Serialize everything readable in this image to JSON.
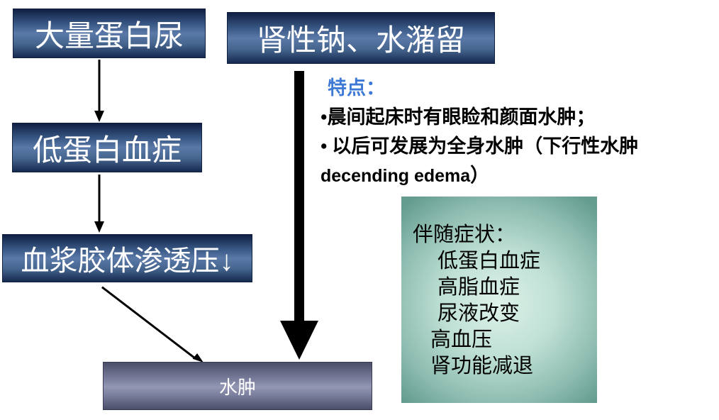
{
  "boxes": {
    "proteinuria": {
      "label": "大量蛋白尿"
    },
    "renal_sodium_water_retention": {
      "label": "肾性钠、水潴留"
    },
    "hypoproteinemia": {
      "label": "低蛋白血症"
    },
    "plasma_colloid_osmotic_pressure": {
      "label": "血浆胶体渗透压↓"
    },
    "edema": {
      "label": "水肿"
    }
  },
  "features": {
    "heading": "特点：",
    "lines": [
      "•晨间起床时有眼睑和颜面水肿；",
      "• 以后可发展为全身水肿（下行性水肿"
    ],
    "english": "decending edema",
    "closing": "）"
  },
  "accompanying": {
    "heading": "伴随症状：",
    "items": [
      "低蛋白血症",
      "高脂血症",
      "尿液改变",
      "高血压",
      "肾功能减退"
    ]
  },
  "arrows": {
    "proteinuria_to_hypoproteinemia": "thin-down-arrow",
    "hypoproteinemia_to_osmotic": "thin-down-arrow",
    "osmotic_to_edema": "thin-diagonal-arrow",
    "retention_to_edema": "thick-down-arrow"
  },
  "colors": {
    "background_white": "#ffffff",
    "flow_box_blue_top": "#101f42",
    "flow_box_blue_mid": "#5a79a8",
    "flow_box_blue_bottom": "#16294f",
    "edema_box_slate": "#8b8fab",
    "symptoms_box_teal": "#84b7ab",
    "features_heading_blue": "#3e7ad5",
    "box_text_white": "#ffffff",
    "body_text_black": "#000000",
    "arrow_black": "#000000"
  }
}
